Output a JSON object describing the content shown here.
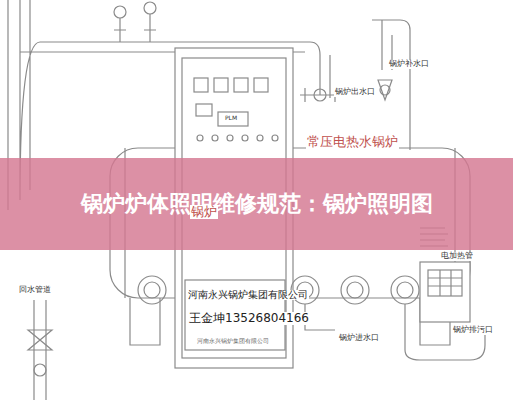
{
  "diagram": {
    "nodes": [
      {
        "text": [
          "锅炉炉体照明维修规范：锅炉照明图"
        ]
      }
    ],
    "labels": [
      "锅炉补水口",
      "锅炉出水口",
      "常压电热水锅炉",
      "锅炉",
      "电加热管",
      "河南永兴锅炉集团有限公司",
      "王金坤13526804166",
      "河南永兴锅炉集团有限公司",
      "回水管道",
      "锅炉进水口",
      "锅炉排污口",
      "PLM"
    ]
  }
}
